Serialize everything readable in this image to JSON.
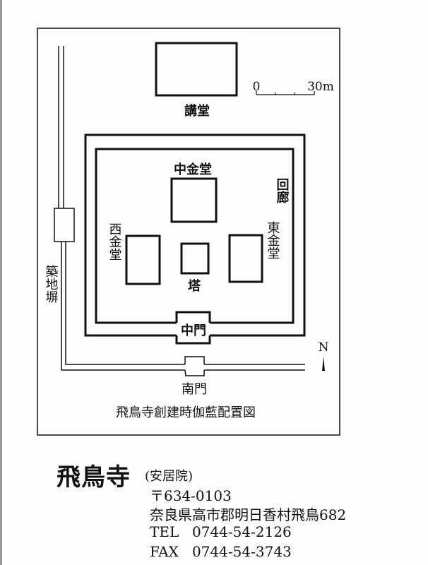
{
  "diagram": {
    "title": "飛鳥寺創建時伽藍配置図",
    "labels": {
      "lecture_hall": "講堂",
      "central_golden_hall": "中金堂",
      "corridor": "回廊",
      "west_golden_hall": "西金堂",
      "east_golden_hall": "東金堂",
      "pagoda": "塔",
      "middle_gate": "中門",
      "south_gate": "南門",
      "earthen_wall": "築地塀"
    },
    "scale": {
      "start": "0",
      "end": "30m"
    },
    "north": "N"
  },
  "info": {
    "name": "飛鳥寺",
    "alt_name": "(安居院)",
    "postal": "〒634-0103",
    "address": "奈良県高市郡明日香村飛鳥682",
    "tel_label": "TEL",
    "tel": "0744-54-2126",
    "fax_label": "FAX",
    "fax": "0744-54-3743"
  }
}
